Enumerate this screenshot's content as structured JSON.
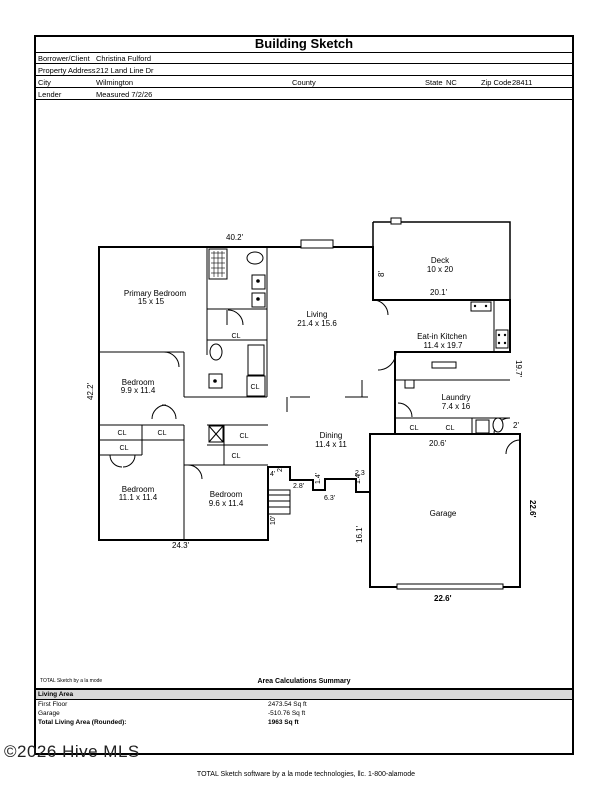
{
  "header": {
    "title": "Building Sketch",
    "borrower_label": "Borrower/Client",
    "borrower_value": "Christina Fulford",
    "property_label": "Property Address",
    "property_value": "212 Land Line Dr",
    "city_label": "City",
    "city_value": "Wilmington",
    "county_label": "County",
    "state_label": "State",
    "state_value": "NC",
    "zip_label": "Zip Code",
    "zip_value": "28411",
    "lender_label": "Lender",
    "lender_value": "Measured 7/2/26"
  },
  "sketch": {
    "deck": {
      "name": "Deck",
      "dims": "10 x 20"
    },
    "primary_bedroom": {
      "name": "Primary Bedroom",
      "dims": "15 x 15"
    },
    "living": {
      "name": "Living",
      "dims": "21.4 x 15.6"
    },
    "kitchen": {
      "name": "Eat-in Kitchen",
      "dims": "11.4 x 19.7"
    },
    "bedroom1": {
      "name": "Bedroom",
      "dims": "9.9 x 11.4"
    },
    "laundry": {
      "name": "Laundry",
      "dims": "7.4 x 16"
    },
    "dining": {
      "name": "Dining",
      "dims": "11.4 x 11"
    },
    "bedroom2": {
      "name": "Bedroom",
      "dims": "11.1 x 11.4"
    },
    "bedroom3": {
      "name": "Bedroom",
      "dims": "9.6 x 11.4"
    },
    "garage": {
      "name": "Garage",
      "dims": ""
    },
    "closet": "CL",
    "dims": {
      "top": "40.2'",
      "left": "42.2'",
      "bottom": "24.3'",
      "deck_side": "8'",
      "deck_bottom": "20.1'",
      "kitchen_side": "19.7'",
      "laundry_side": "2'",
      "garage_top": "20.6'",
      "garage_right": "22.6'",
      "garage_bottom": "22.6'",
      "garage_left": "16.1'",
      "step1": "2.3",
      "step2": "1.4'",
      "step3": "6.3'",
      "step4": "2.8'",
      "step5": "1.4'",
      "step6": "4'",
      "step7": "2'",
      "step8": "10'"
    }
  },
  "summary": {
    "small_credit": "TOTAL Sketch by a la mode",
    "heading": "Area Calculations Summary",
    "section": "Living Area",
    "rows": [
      {
        "label": "First Floor",
        "value": "2473.54 Sq ft"
      },
      {
        "label": "Garage",
        "value": "-510.76 Sq ft"
      },
      {
        "label": "Total Living Area (Rounded):",
        "value": "1963 Sq ft"
      }
    ]
  },
  "watermark": "©2026 Hive MLS",
  "footer": "TOTAL Sketch software by a la mode technologies, llc. 1-800-alamode"
}
